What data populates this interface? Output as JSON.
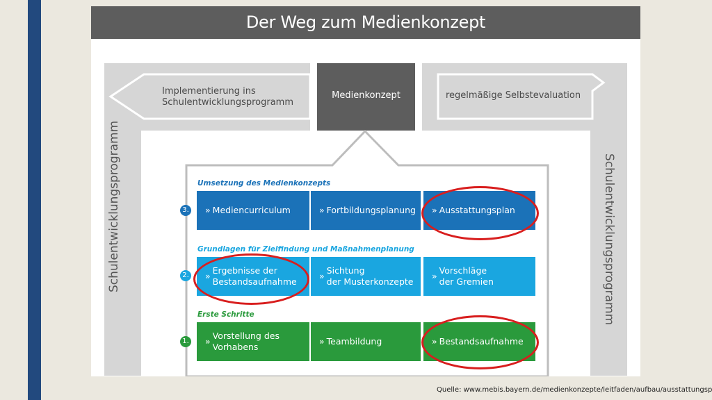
{
  "title": "Der Weg zum Medienkonzept",
  "top": {
    "left_label": "Implementierung ins\nSchulentwicklungsprogramm",
    "center_label": "Medienkonzept",
    "right_label": "regelmäßige Selbstevaluation"
  },
  "side_label": "Schulentwicklungsprogramm",
  "sections": [
    {
      "number": "3.",
      "heading": "Umsetzung des Medienkonzepts",
      "color": "#1b72b8",
      "boxes": [
        "Mediencurriculum",
        "Fortbildungsplanung",
        "Ausstattungsplan"
      ]
    },
    {
      "number": "2.",
      "heading": "Grundlagen für Zielfindung und Maßnahmenplanung",
      "color": "#1aa6e0",
      "boxes": [
        "Ergebnisse der\nBestandsaufnahme",
        "Sichtung\nder Musterkonzepte",
        "Vorschläge\nder Gremien"
      ]
    },
    {
      "number": "1.",
      "heading": "Erste Schritte",
      "color": "#2a9a3c",
      "boxes": [
        "Vorstellung des\nVorhabens",
        "Teambildung",
        "Bestandsaufnahme"
      ]
    }
  ],
  "chevron": "»",
  "highlight_color": "#d81e1e",
  "source": "Quelle: www.mebis.bayern.de/medienkonzepte/leitfaden/aufbau/ausstattungsplan/"
}
